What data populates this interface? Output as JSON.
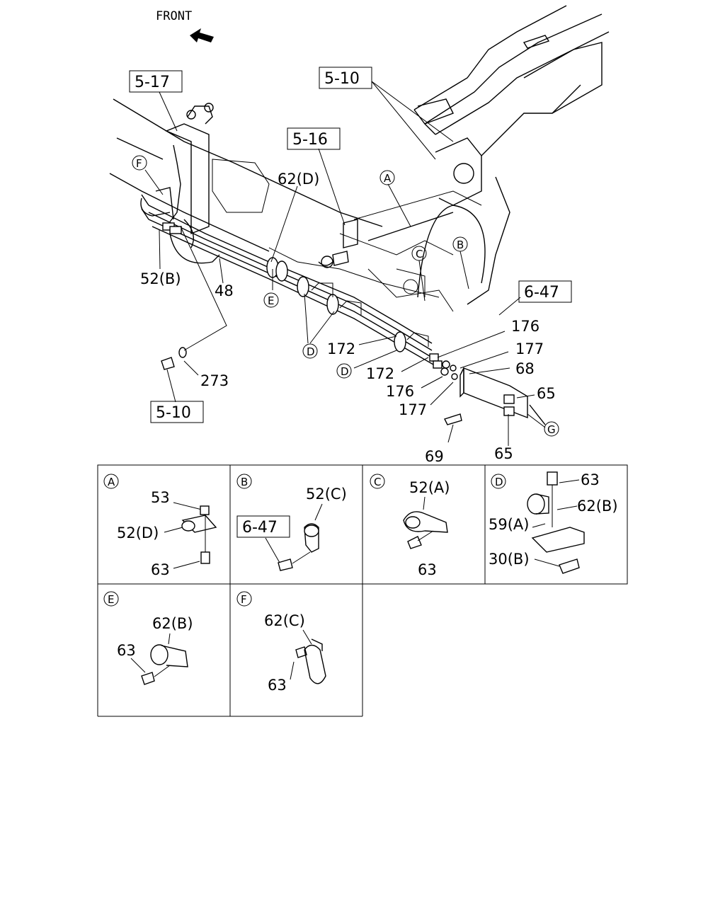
{
  "front_label": "FRONT",
  "ref_boxes": {
    "r517": "5-17",
    "r510_top": "5-10",
    "r516": "5-16",
    "r647_main": "6-47",
    "r510_bottom": "5-10",
    "r647_detail": "6-47"
  },
  "main_labels": {
    "l62d": "62(D)",
    "l52b": "52(B)",
    "l48": "48",
    "l273": "273",
    "l172a": "172",
    "l172b": "172",
    "l176a": "176",
    "l177a": "177",
    "l68": "68",
    "l176b": "176",
    "l177b": "177",
    "l65a": "65",
    "l65b": "65",
    "l69": "69"
  },
  "circle_markers": {
    "A": "A",
    "B": "B",
    "C": "C",
    "D1": "D",
    "D2": "D",
    "E": "E",
    "F": "F",
    "G": "G"
  },
  "details": {
    "A": {
      "tag": "A",
      "labels": [
        "53",
        "52(D)",
        "63"
      ]
    },
    "B": {
      "tag": "B",
      "labels": [
        "52(C)"
      ]
    },
    "C": {
      "tag": "C",
      "labels": [
        "52(A)",
        "63"
      ]
    },
    "D": {
      "tag": "D",
      "labels": [
        "63",
        "62(B)",
        "59(A)",
        "30(B)"
      ]
    },
    "E": {
      "tag": "E",
      "labels": [
        "62(B)",
        "63"
      ]
    },
    "F": {
      "tag": "F",
      "labels": [
        "62(C)",
        "63"
      ]
    }
  }
}
